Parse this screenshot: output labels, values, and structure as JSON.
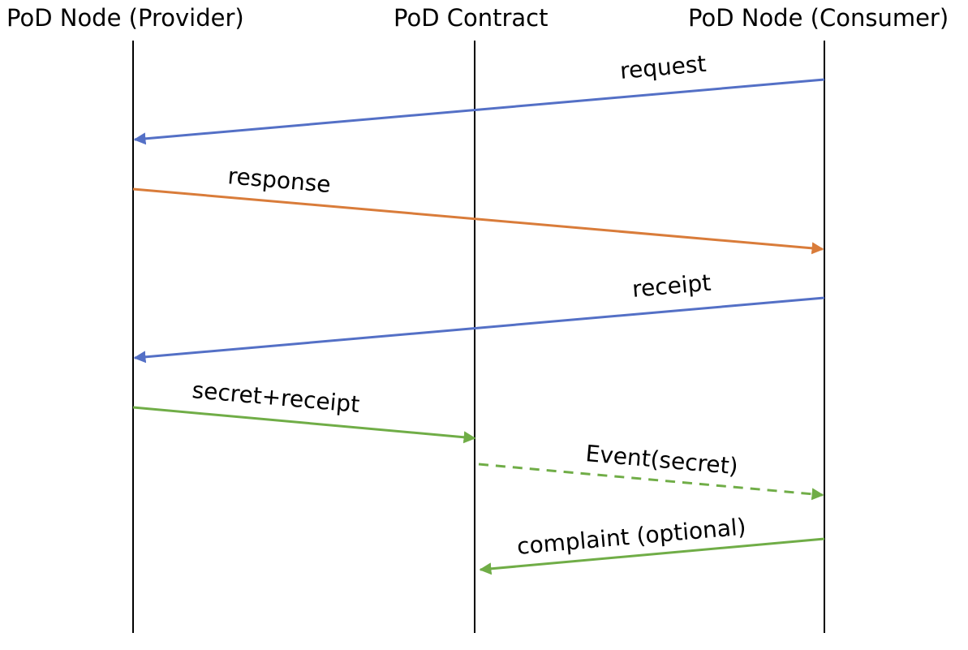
{
  "participants": {
    "provider": "PoD Node (Provider)",
    "contract": "PoD Contract",
    "consumer": "PoD Node (Consumer)"
  },
  "messages": [
    {
      "label": "request",
      "from": "consumer",
      "to": "provider",
      "style": "solid",
      "color": "#5470c6"
    },
    {
      "label": "response",
      "from": "provider",
      "to": "consumer",
      "style": "solid",
      "color": "#d97c3a"
    },
    {
      "label": "receipt",
      "from": "consumer",
      "to": "provider",
      "style": "solid",
      "color": "#5470c6"
    },
    {
      "label": "secret+receipt",
      "from": "provider",
      "to": "contract",
      "style": "solid",
      "color": "#70ad47"
    },
    {
      "label": "Event(secret)",
      "from": "contract",
      "to": "consumer",
      "style": "dashed",
      "color": "#70ad47"
    },
    {
      "label": "complaint (optional)",
      "from": "consumer",
      "to": "contract",
      "style": "solid",
      "color": "#70ad47"
    }
  ]
}
